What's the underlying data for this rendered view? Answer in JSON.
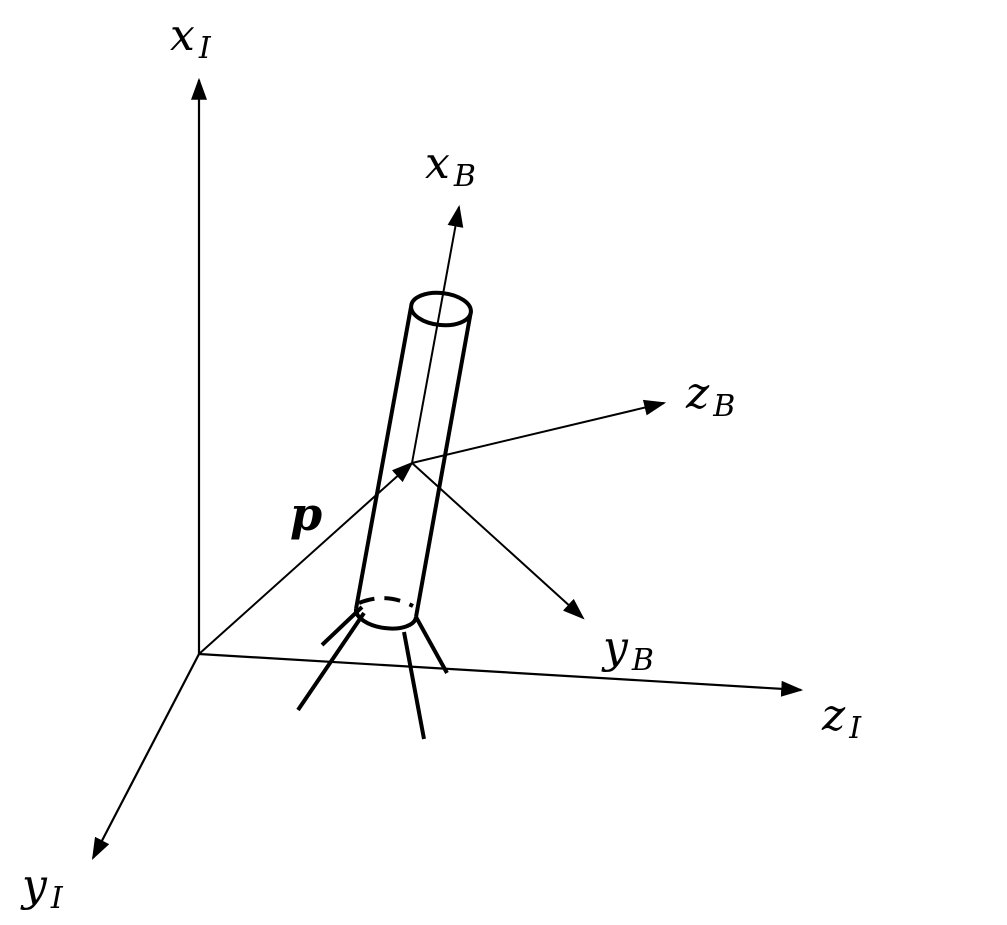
{
  "labels": {
    "xI": {
      "main": "x",
      "sub": "I"
    },
    "yI": {
      "main": "y",
      "sub": "I"
    },
    "zI": {
      "main": "z",
      "sub": "I"
    },
    "xB": {
      "main": "x",
      "sub": "B"
    },
    "yB": {
      "main": "y",
      "sub": "B"
    },
    "zB": {
      "main": "z",
      "sub": "B"
    },
    "p": "p"
  },
  "colors": {
    "ink": "#000000",
    "background": "#ffffff"
  }
}
